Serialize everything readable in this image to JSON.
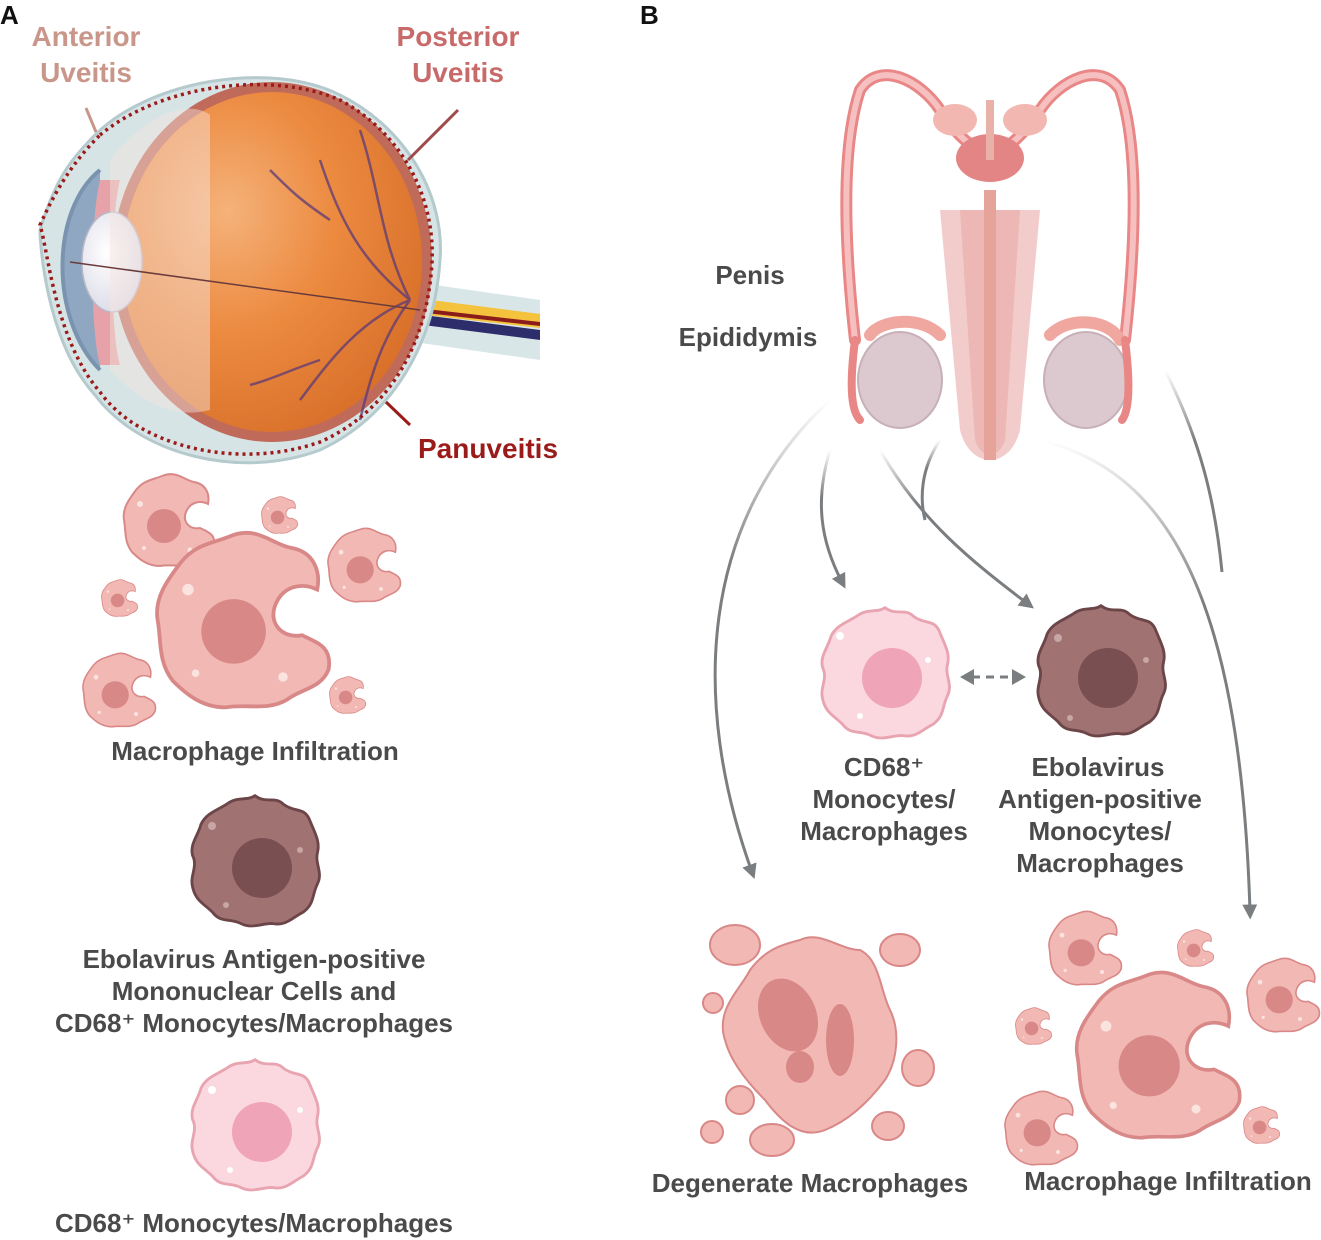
{
  "panels": {
    "a": "A",
    "b": "B"
  },
  "eye": {
    "anterior": [
      "Anterior",
      "Uveitis"
    ],
    "posterior": [
      "Posterior",
      "Uveitis"
    ],
    "panuveitis": "Panuveitis"
  },
  "left_cells": {
    "macrophage_infiltration": "Macrophage Infiltration",
    "ebola_mononuclear": [
      "Ebolavirus Antigen-positive",
      "Mononuclear Cells and",
      "CD68⁺ Monocytes/Macrophages"
    ],
    "cd68": "CD68⁺ Monocytes/Macrophages"
  },
  "male": {
    "penis": "Penis",
    "epididymis": "Epididymis"
  },
  "right_cells": {
    "cd68": [
      "CD68⁺",
      "Monocytes/",
      "Macrophages"
    ],
    "ebola": [
      "Ebolavirus",
      "Antigen-positive",
      "Monocytes/",
      "Macrophages"
    ],
    "degenerate": "Degenerate Macrophages",
    "macrophage_infiltration": "Macrophage Infiltration"
  },
  "colors": {
    "cell_pink": "#f2b8b3",
    "cell_pink_nucleus": "#d98888",
    "cell_brown": "#a07272",
    "cell_brown_nucleus": "#7a4f52",
    "cd68_pink": "#fbd7df",
    "cd68_nucleus": "#f0a4b8",
    "arrow_gray": "#7b7e80",
    "eye_orange": "#e8823a"
  }
}
